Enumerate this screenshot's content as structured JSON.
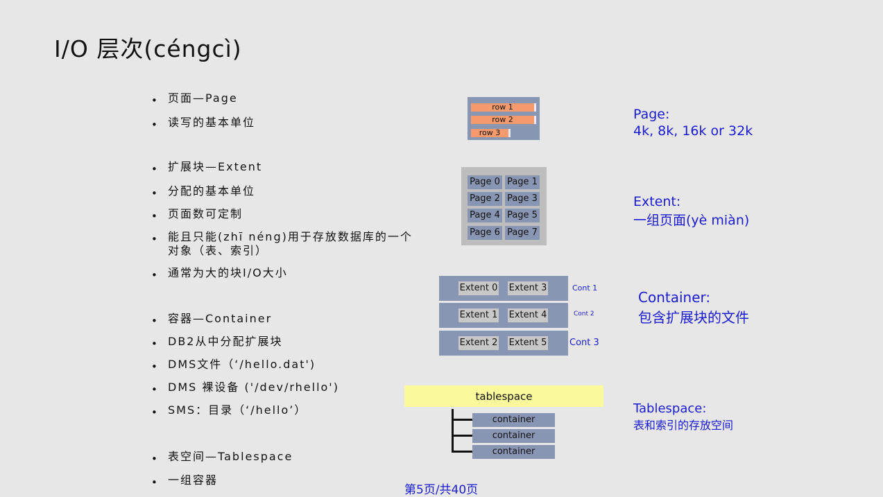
{
  "title": "I/O 层次(céngcì)",
  "bullets": [
    "页面—Page",
    "读写的基本单位",
    "扩展块—Extent",
    "分配的基本单位",
    "页面数可定制",
    "能且只能(zhī néng)用于存放数据库的一个对象（表、索引）",
    "通常为大的块I/O大小",
    "容器—Container",
    "DB2从中分配扩展块",
    "DMS文件（‘/hello.dat')",
    "DMS 裸设备 ('/dev/rhello')",
    "SMS：目录（‘/hello’）",
    "表空间—Tablespace",
    "一组容器"
  ],
  "page_diagram": {
    "rows": [
      "row 1",
      "row 2",
      "row 3"
    ]
  },
  "extent_diagram": {
    "pages": [
      "Page 0",
      "Page 1",
      "Page 2",
      "Page 3",
      "Page 4",
      "Page 5",
      "Page 6",
      "Page 7"
    ]
  },
  "container_diagram": {
    "rows": [
      {
        "extents": [
          "Extent 0",
          "Extent 3"
        ],
        "label": "Cont 1"
      },
      {
        "extents": [
          "Extent 1",
          "Extent 4"
        ],
        "label": "Cont 2"
      },
      {
        "extents": [
          "Extent 2",
          "Extent 5"
        ],
        "label": "Cont 3"
      }
    ]
  },
  "tablespace_diagram": {
    "label": "tablespace",
    "containers": [
      "container",
      "container",
      "container"
    ]
  },
  "right_labels": {
    "page_title": "Page:",
    "page_desc": "4k, 8k, 16k or 32k",
    "extent_title": "Extent:",
    "extent_desc": "一组页面(yè miàn)",
    "container_title": "Container:",
    "container_desc": "包含扩展块的文件",
    "tablespace_title": "Tablespace:",
    "tablespace_desc": "表和索引的存放空间"
  },
  "footer": "第5页/共40页",
  "colors": {
    "accent_blue": "#1a1ad0",
    "slate": "#8895b3",
    "row_orange": "#f59a6c",
    "tablespace_yellow": "#fafa9c"
  }
}
